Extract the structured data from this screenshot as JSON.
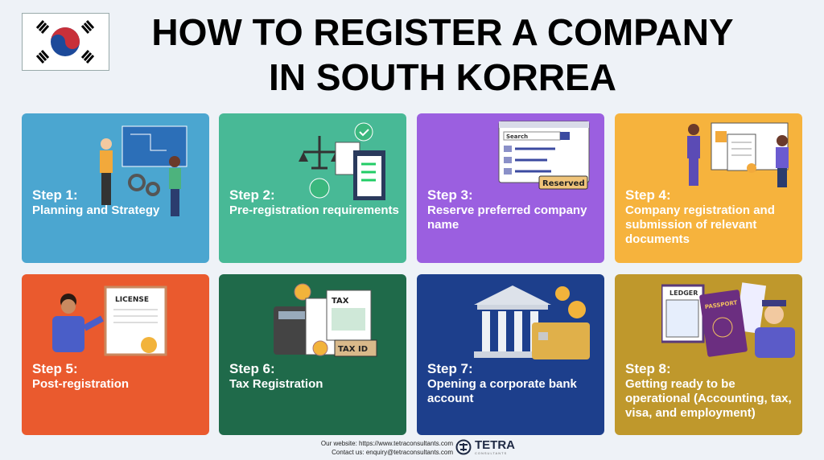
{
  "title_line1": "HOW TO REGISTER A COMPANY",
  "title_line2": "IN SOUTH KORREA",
  "steps": [
    {
      "step": "Step 1:",
      "desc": "Planning and Strategy",
      "color": "#4ba6d0"
    },
    {
      "step": "Step 2:",
      "desc": "Pre-registration requirements",
      "color": "#48b996"
    },
    {
      "step": "Step 3:",
      "desc": "Reserve preferred company name",
      "color": "#9b5fe0",
      "search": "Search",
      "badge": "Reserved"
    },
    {
      "step": "Step 4:",
      "desc": "Company registration and submission of relevant documents",
      "color": "#f6b33d"
    },
    {
      "step": "Step 5:",
      "desc": "Post-registration",
      "color": "#ea5a2e",
      "doc": "LICENSE"
    },
    {
      "step": "Step 6:",
      "desc": "Tax Registration",
      "color": "#1f6a4a",
      "doc": "TAX",
      "badge": "TAX ID"
    },
    {
      "step": "Step 7:",
      "desc": "Opening a corporate bank account",
      "color": "#1d3f8c"
    },
    {
      "step": "Step 8:",
      "desc": "Getting ready to be operational (Accounting, tax, visa, and employment)",
      "color": "#bf982c",
      "doc": "LEDGER",
      "passport": "PASSPORT"
    }
  ],
  "footer": {
    "website": "Our website: https://www.tetraconsultants.com",
    "contact": "Contact us: enquiry@tetraconsultants.com",
    "brand": "TETRA",
    "brand_sub": "CONSULTANTS"
  }
}
